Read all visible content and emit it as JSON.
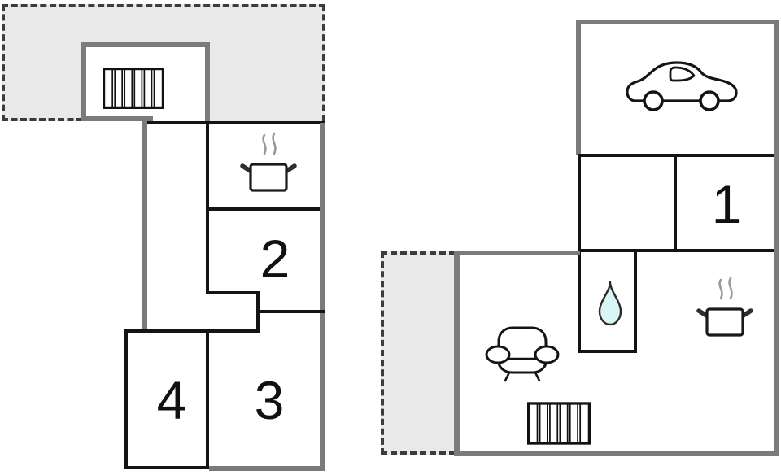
{
  "plan": {
    "type": "floor-plan",
    "room_labels": {
      "r1": "1",
      "r2": "2",
      "r3": "3",
      "r4": "4"
    },
    "icons": {
      "upper_unit_stairs": "stairs-icon",
      "upper_unit_kitchen": "cooking-pot-icon",
      "garage": "car-icon",
      "bathroom": "water-drop-icon",
      "living_room_sofa": "sofa-icon",
      "living_room_stairs": "stairs-icon",
      "living_room_kitchen": "cooking-pot-icon"
    },
    "colors": {
      "wall_gray": "#7b7b7b",
      "wall_black": "#141414",
      "terrace_fill": "#e9e9e9",
      "dash_border": "#3c3c3c",
      "water_drop_fill": "#d9f5f7",
      "steam_gray": "#9a9a9a",
      "background": "#ffffff"
    }
  }
}
